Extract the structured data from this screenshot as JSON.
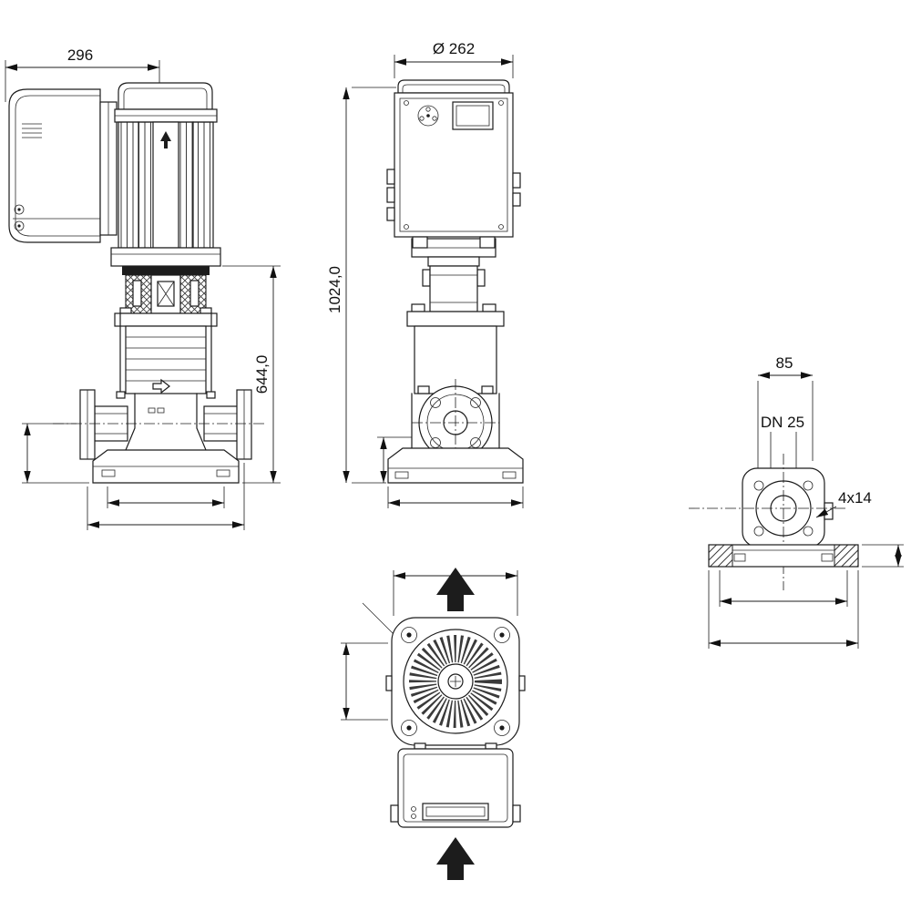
{
  "dims": {
    "side_width": "296",
    "front_diameter": "Ø 262",
    "total_height": "1024,0",
    "pump_height": "644,0",
    "flange_width": "85",
    "nominal_diameter": "DN 25",
    "bolt_holes": "4x14"
  }
}
